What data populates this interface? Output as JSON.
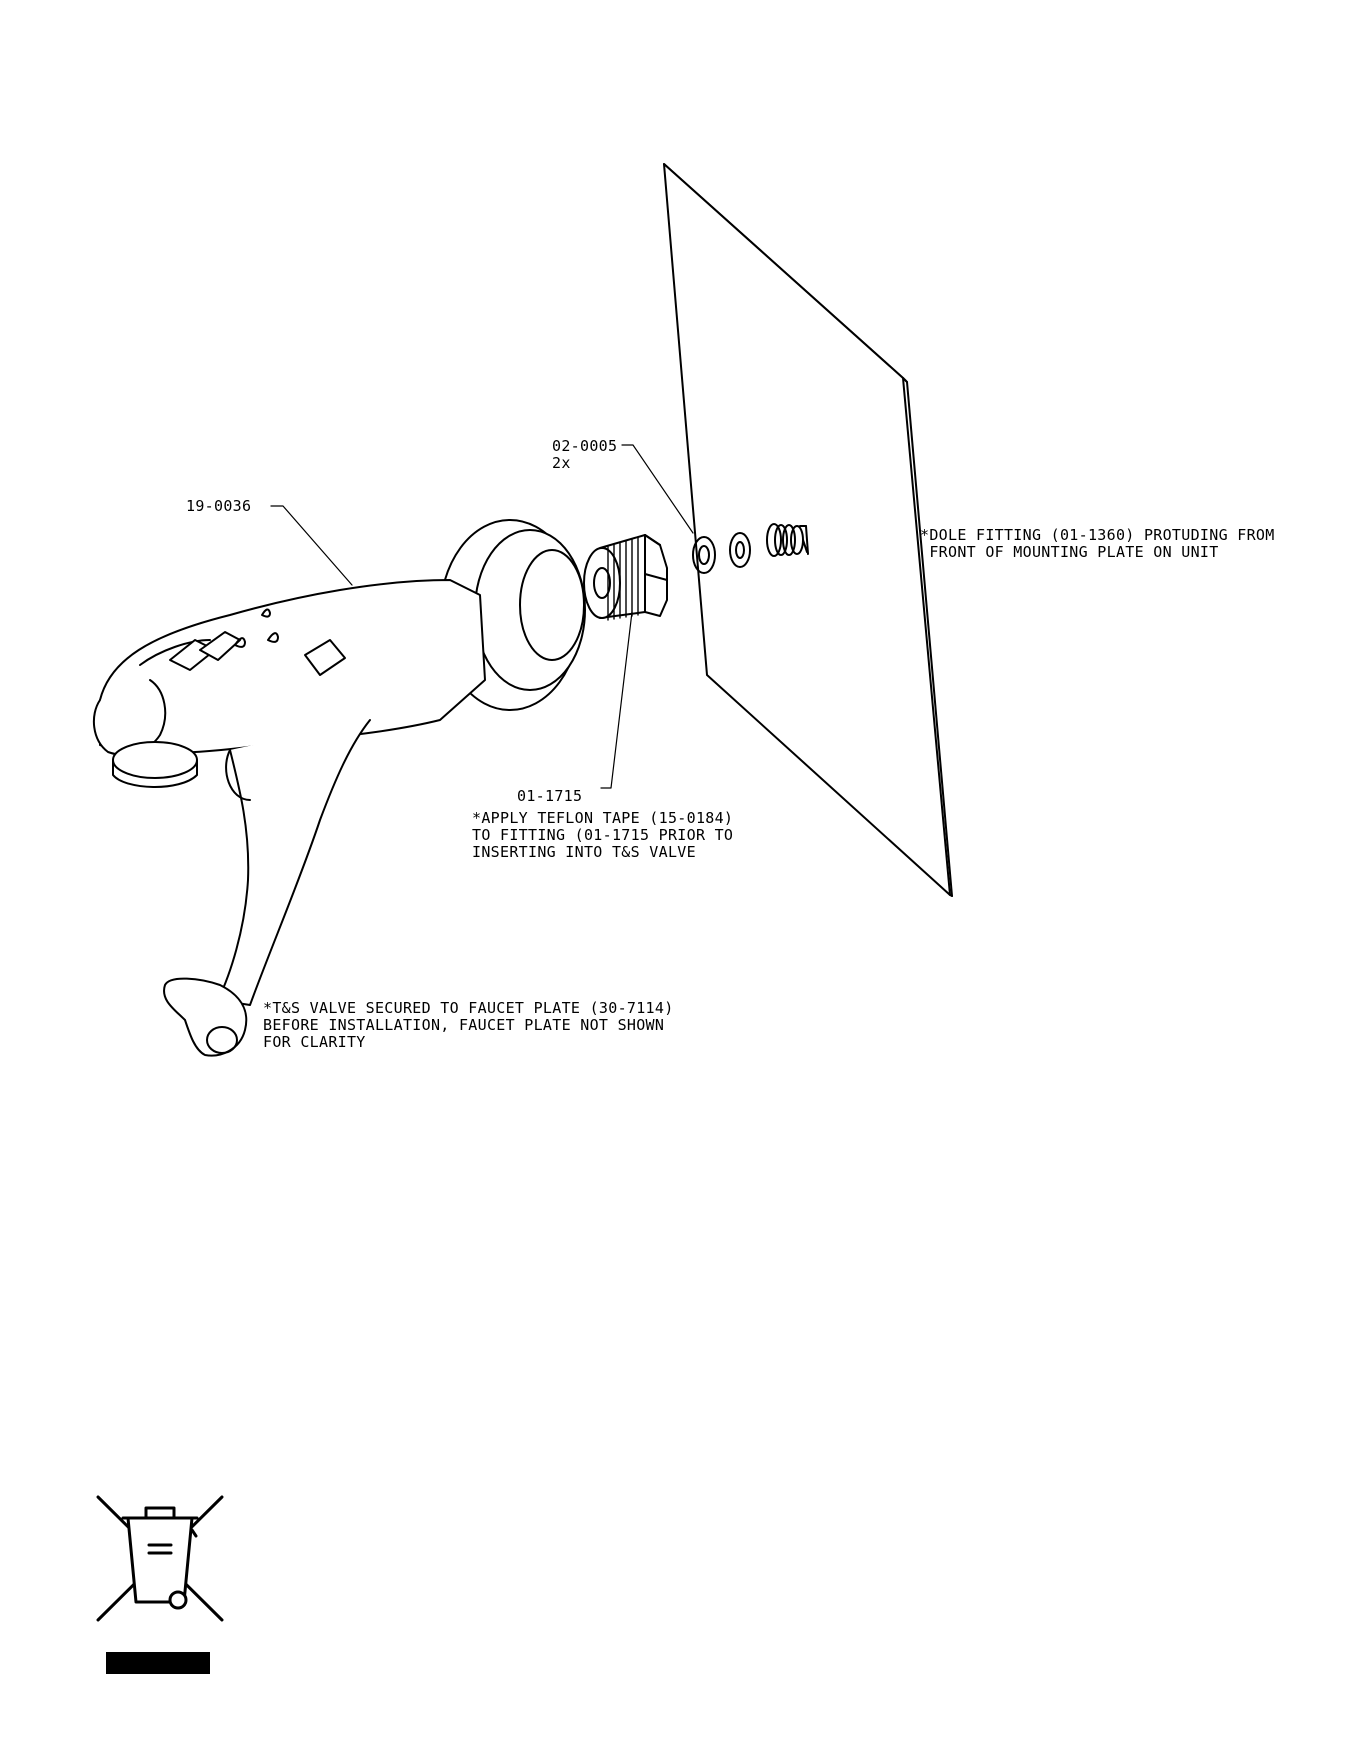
{
  "callouts": {
    "valve_part": "19-0036",
    "washer_part": "02-0005",
    "washer_qty": "2x",
    "fitting_part": "01-1715"
  },
  "notes": {
    "dole": [
      "*DOLE FITTING (01-1360) PROTUDING FROM",
      " FRONT OF MOUNTING PLATE ON UNIT"
    ],
    "teflon": [
      "*APPLY TEFLON TAPE (15-0184)",
      "TO FITTING (01-1715 PRIOR TO",
      "INSERTING INTO T&S VALVE"
    ],
    "valve": [
      "*T&S VALVE SECURED TO FAUCET PLATE (30-7114)",
      "BEFORE INSTALLATION, FAUCET PLATE NOT SHOWN",
      "FOR CLARITY"
    ]
  },
  "icons": {
    "weee": "crossed-out-wheelie-bin-icon"
  }
}
